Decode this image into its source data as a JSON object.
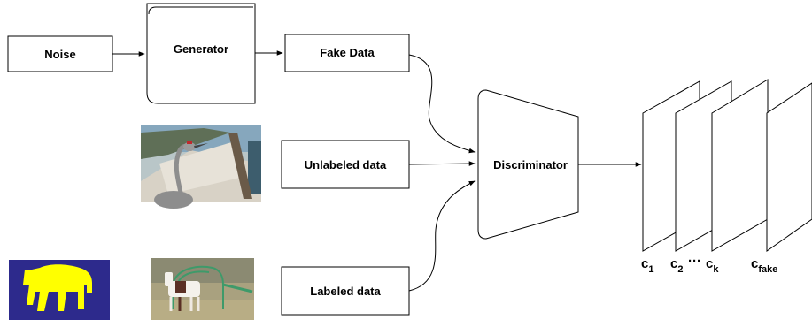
{
  "nodes": {
    "noise": "Noise",
    "generator": "Generator",
    "fake_data": "Fake Data",
    "unlabeled_data": "Unlabeled data",
    "discriminator": "Discriminator",
    "labeled_data": "Labeled data"
  },
  "classes": {
    "c1": {
      "base": "c",
      "sub": "1"
    },
    "c2": {
      "base": "c",
      "sub": "2"
    },
    "ellipsis": "···",
    "ck": {
      "base": "c",
      "sub": "k"
    },
    "cfake": {
      "base": "c",
      "sub": "fake"
    }
  },
  "images": {
    "unlabeled": "bird-photo",
    "labeled": "horse-photo",
    "mask": "horse-segmentation-mask"
  },
  "colors": {
    "mask_background": "#2d2a8c",
    "mask_foreground": "#ffff00"
  }
}
